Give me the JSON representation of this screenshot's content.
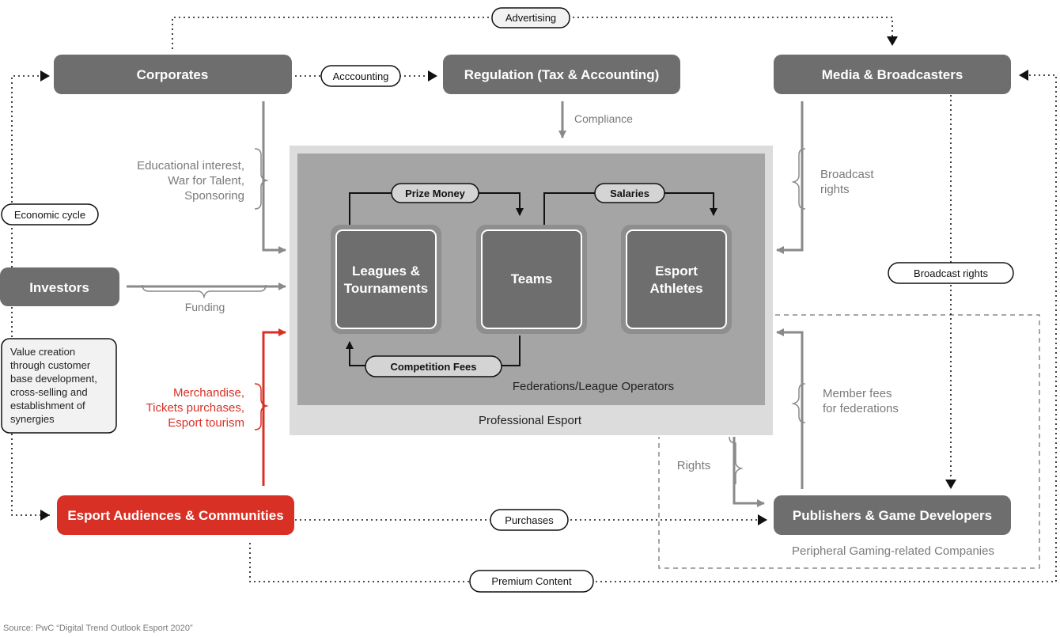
{
  "colors": {
    "node_grey": "#6e6e6e",
    "accent_red": "#d93025",
    "outer_box": "#dcdcdc",
    "inner_box": "#a5a5a5",
    "line_grey": "#8a8a8a",
    "line_dark": "#111111"
  },
  "nodes": {
    "corporates": "Corporates",
    "regulation": "Regulation (Tax & Accounting)",
    "media": "Media & Broadcasters",
    "investors": "Investors",
    "audiences": "Esport Audiences & Communities",
    "publishers": "Publishers & Game Developers",
    "leagues_line1": "Leagues &",
    "leagues_line2": "Tournaments",
    "teams": "Teams",
    "athletes_line1": "Esport",
    "athletes_line2": "Athletes"
  },
  "pills": {
    "advertising": "Advertising",
    "accounting": "Acccounting",
    "economic_cycle": "Economic cycle",
    "broadcast_rights": "Broadcast rights",
    "purchases": "Purchases",
    "premium_content": "Premium Content",
    "prize_money": "Prize Money",
    "salaries": "Salaries",
    "competition_fees": "Competition Fees"
  },
  "labels": {
    "compliance": "Compliance",
    "corporate_flow_1": "Educational interest,",
    "corporate_flow_2": "War for Talent,",
    "corporate_flow_3": "Sponsoring",
    "broadcast_flow_1": "Broadcast",
    "broadcast_flow_2": "rights",
    "funding": "Funding",
    "red_flow_1": "Merchandise,",
    "red_flow_2": "Tickets purchases,",
    "red_flow_3": "Esport tourism",
    "member_fees_1": "Member fees",
    "member_fees_2": "for federations",
    "rights": "Rights",
    "federations": "Federations/League Operators",
    "professional_esport": "Professional Esport",
    "peripheral": "Peripheral Gaming-related Companies",
    "value_creation": [
      "Value creation",
      "through customer",
      "base development,",
      "cross-selling and",
      "establishment of",
      "synergies"
    ]
  },
  "source": "Source: PwC “Digital Trend Outlook Esport 2020”"
}
